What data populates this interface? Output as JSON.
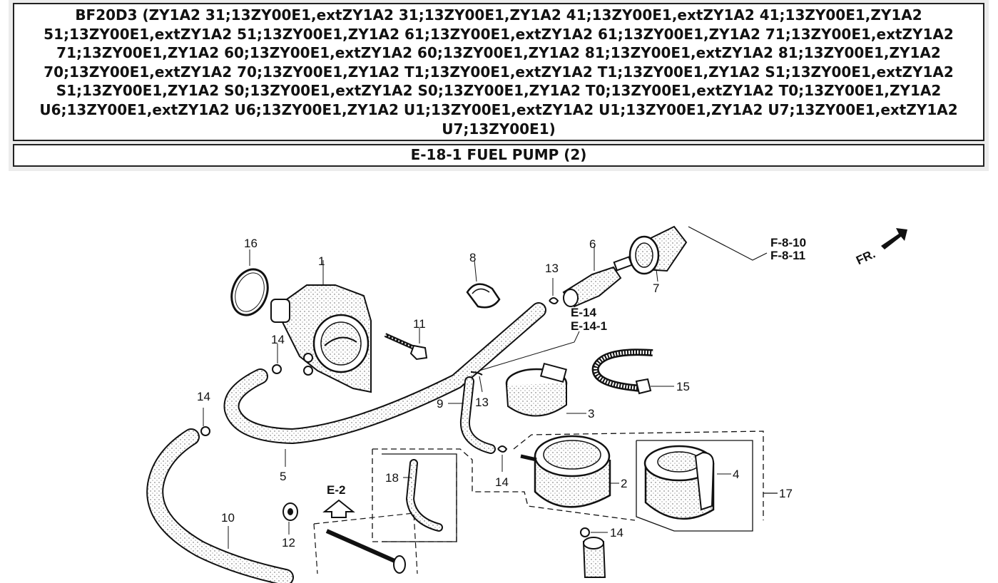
{
  "header": {
    "model_text": "BF20D3 (ZY1A2 31;13ZY00E1,extZY1A2 31;13ZY00E1,ZY1A2 41;13ZY00E1,extZY1A2 41;13ZY00E1,ZY1A2 51;13ZY00E1,extZY1A2 51;13ZY00E1,ZY1A2 61;13ZY00E1,extZY1A2 61;13ZY00E1,ZY1A2 71;13ZY00E1,extZY1A2 71;13ZY00E1,ZY1A2 60;13ZY00E1,extZY1A2 60;13ZY00E1,ZY1A2 81;13ZY00E1,extZY1A2 81;13ZY00E1,ZY1A2 70;13ZY00E1,extZY1A2 70;13ZY00E1,ZY1A2 T1;13ZY00E1,extZY1A2 T1;13ZY00E1,ZY1A2 S1;13ZY00E1,extZY1A2 S1;13ZY00E1,ZY1A2 S0;13ZY00E1,extZY1A2 S0;13ZY00E1,ZY1A2 T0;13ZY00E1,extZY1A2 T0;13ZY00E1,ZY1A2 U6;13ZY00E1,extZY1A2 U6;13ZY00E1,ZY1A2 U1;13ZY00E1,extZY1A2 U1;13ZY00E1,ZY1A2 U7;13ZY00E1,extZY1A2 U7;13ZY00E1)",
    "section_title": "E-18-1 FUEL PUMP (2)"
  },
  "diagram": {
    "part_labels": [
      "16",
      "1",
      "8",
      "13",
      "6",
      "7",
      "11",
      "14",
      "14",
      "13",
      "9",
      "3",
      "15",
      "5",
      "18",
      "14",
      "2",
      "4",
      "17",
      "10",
      "12",
      "14"
    ],
    "references": {
      "f8_10": "F-8-10",
      "f8_11": "F-8-11",
      "e14": "E-14",
      "e14_1": "E-14-1",
      "e2": "E-2",
      "fr": "FR."
    }
  }
}
